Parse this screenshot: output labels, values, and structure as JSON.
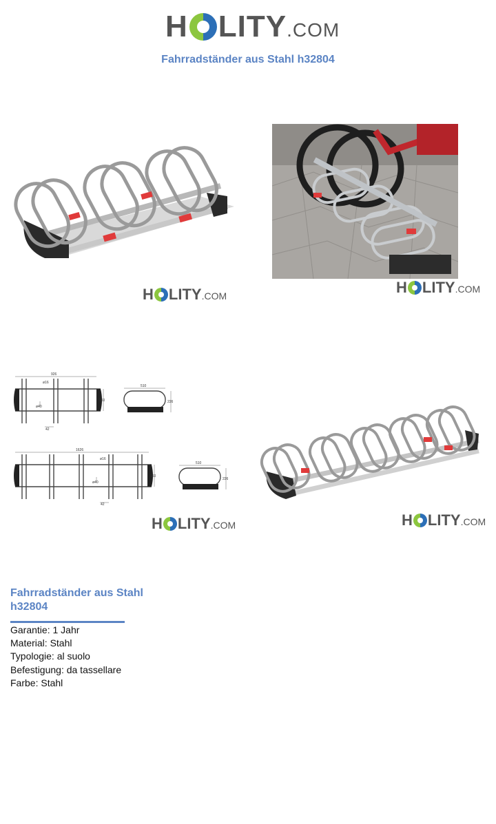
{
  "header": {
    "logo_left": "H",
    "logo_right": "LITY",
    "logo_domain": ".COM"
  },
  "page_title": "Fahrradständer aus Stahl h32804",
  "gallery": {
    "watermark_left": "H",
    "watermark_right": "LITY",
    "watermark_domain": ".COM",
    "drawing_small": {
      "width": "926",
      "height": "160",
      "tube": "ø16",
      "base": "ø40",
      "gap": "42"
    },
    "loop_small": {
      "length": "510",
      "height": "226"
    },
    "drawing_large": {
      "width": "1626",
      "height": "160",
      "tube": "ø16",
      "base": "ø40",
      "gap": "42"
    },
    "loop_large": {
      "length": "510",
      "height": "226"
    }
  },
  "product": {
    "heading": "Fahrradständer aus Stahl h32804",
    "specs": [
      "Garantie: 1 Jahr",
      "Material: Stahl",
      "Typologie: al suolo",
      "Befestigung: da tassellare",
      "Farbe: Stahl"
    ]
  },
  "colors": {
    "brand_blue": "#5b84c4",
    "logo_green": "#8cc63f",
    "logo_blue": "#2c6fb7",
    "logo_gray": "#555555",
    "reflector_red": "#e03a3a"
  }
}
